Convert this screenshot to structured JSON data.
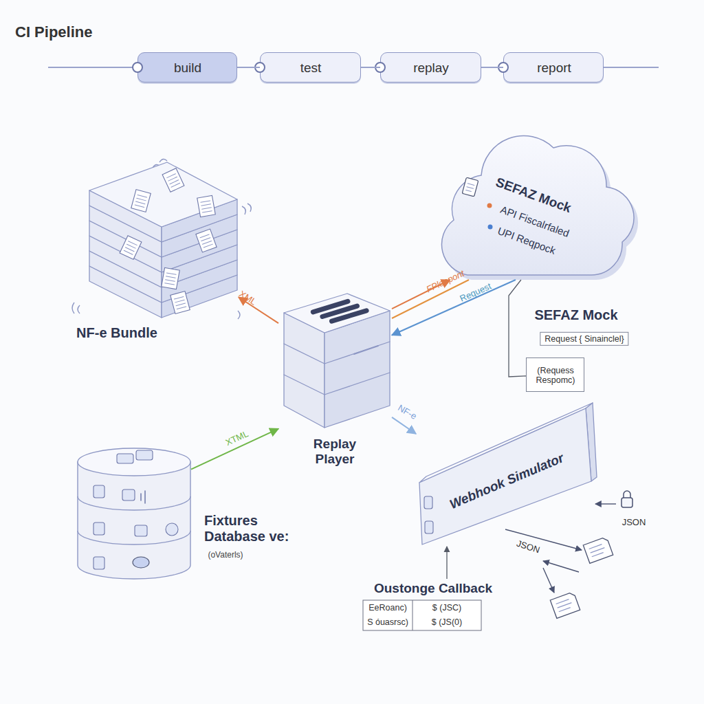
{
  "diagram": {
    "title": "CI Pipeline",
    "nodes": [
      {
        "text": [
          "build"
        ]
      },
      {
        "text": [
          "test"
        ]
      },
      {
        "text": [
          "replay"
        ]
      },
      {
        "text": [
          "report"
        ]
      },
      {
        "text": [
          "SEFAZ Mock",
          "API Fiscalrfaled",
          "UPI Reqpock"
        ]
      },
      {
        "text": [
          "NF-e Bundle"
        ]
      },
      {
        "text": [
          "Replay Player"
        ]
      },
      {
        "text": [
          "SEFAZ Mock",
          "Request { Sinainclel}"
        ]
      },
      {
        "text": [
          "(Requess Respomc)"
        ]
      },
      {
        "text": [
          "Fixtures Database ve:",
          "(oVaterls)"
        ]
      },
      {
        "text": [
          "Webhook Simulator"
        ]
      },
      {
        "text": [
          "Oustonge Callback"
        ]
      }
    ],
    "edges": [
      {
        "from": 0,
        "to": 1,
        "arrow": "none"
      },
      {
        "from": 1,
        "to": 2,
        "arrow": "none"
      },
      {
        "from": 2,
        "to": 3,
        "arrow": "none"
      },
      {
        "from": 6,
        "to": 5,
        "label": "XML",
        "arrow": "to"
      },
      {
        "from": 6,
        "to": 4,
        "arrow": "to"
      },
      {
        "from": 6,
        "to": 4,
        "label": "FPlenpont",
        "arrow": "none"
      },
      {
        "from": 4,
        "to": 6,
        "label": "Request",
        "arrow": "to"
      },
      {
        "from": 9,
        "to": 6,
        "label": "XTML",
        "arrow": "to"
      },
      {
        "from": 6,
        "to": 10,
        "label": "NF-e",
        "arrow": "to"
      },
      {
        "from": 4,
        "to": 8,
        "arrow": "none"
      },
      {
        "from": 11,
        "to": 10,
        "arrow": "to"
      }
    ],
    "labels": [
      "JSON",
      "JSON",
      "EeRoanc)",
      "$ (JSC)",
      "S óuasrsc)",
      "$ (JS(0)"
    ]
  }
}
